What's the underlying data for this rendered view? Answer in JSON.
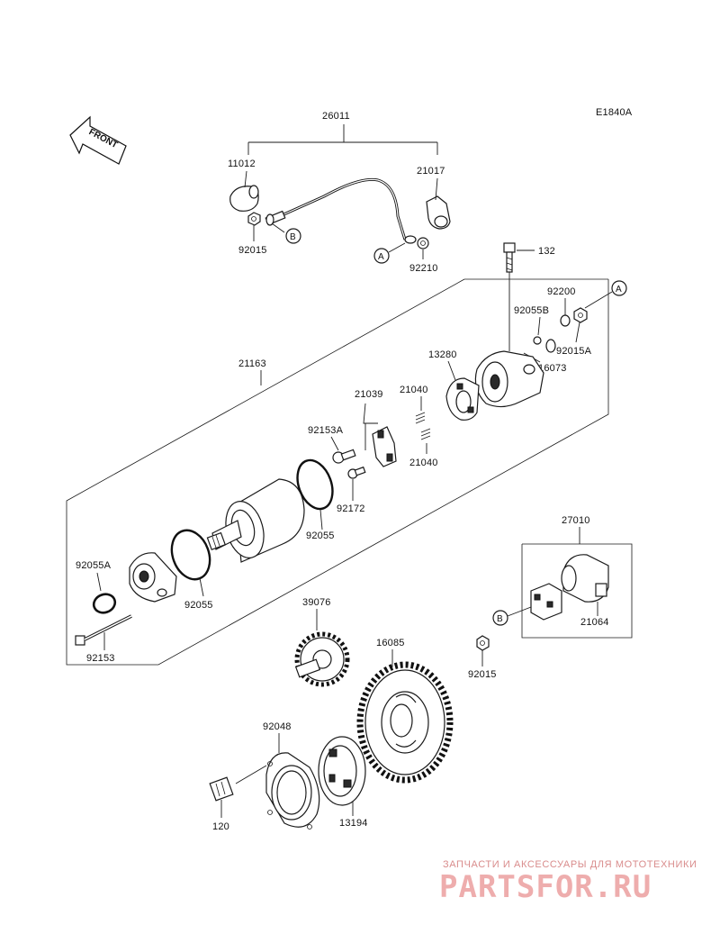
{
  "diagram_id": "E1840A",
  "front_label": "FRONT",
  "markers": {
    "a": "A",
    "b": "B"
  },
  "labels": {
    "p26011": "26011",
    "p11012": "11012",
    "p21017": "21017",
    "p92015_top": "92015",
    "p92210": "92210",
    "p132": "132",
    "p92200": "92200",
    "p92055B": "92055B",
    "p92015A": "92015A",
    "p16073": "16073",
    "p21163": "21163",
    "p13280": "13280",
    "p21039": "21039",
    "p21040_top": "21040",
    "p21040_bot": "21040",
    "p92153A": "92153A",
    "p92172": "92172",
    "p92055_right": "92055",
    "p92055A": "92055A",
    "p92055_left": "92055",
    "p92153": "92153",
    "p27010": "27010",
    "p21064": "21064",
    "p92015_bot": "92015",
    "p39076": "39076",
    "p16085": "16085",
    "p92048": "92048",
    "p120": "120",
    "p13194": "13194"
  },
  "watermark": {
    "tagline": "ЗАПЧАСТИ И АКСЕССУАРЫ ДЛЯ МОТОТЕХНИКИ",
    "brand": "PARTSFOR.RU"
  },
  "colors": {
    "line": "#1a1a1a",
    "watermark": "#e06a6a"
  }
}
